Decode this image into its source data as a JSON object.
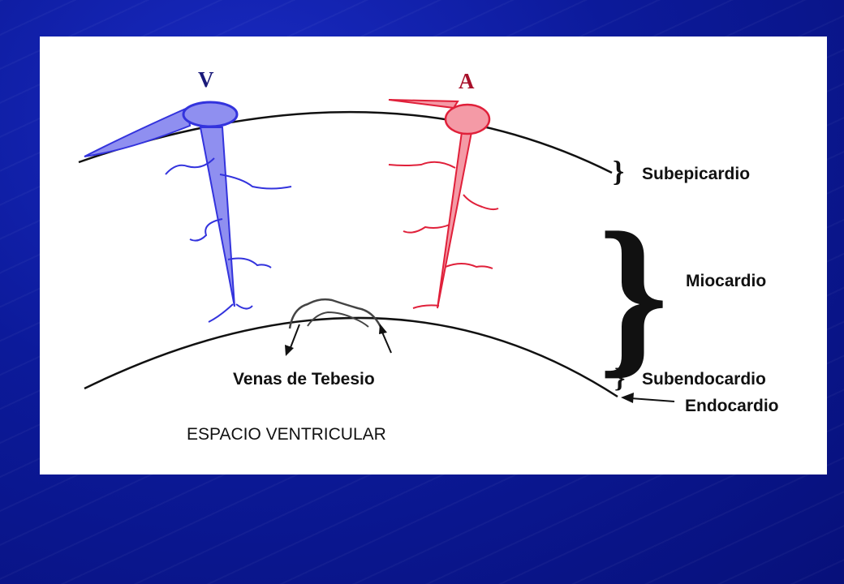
{
  "diagram": {
    "vessels": {
      "vein_label": "V",
      "artery_label": "A"
    },
    "layers": {
      "subepicardio": "Subepicardio",
      "miocardio": "Miocardio",
      "subendocardio": "Subendocardio",
      "endocardio": "Endocardio"
    },
    "thebesian_label": "Venas de Tebesio",
    "ventricular_space_label": "ESPACIO VENTRICULAR"
  },
  "colors": {
    "background": "#0c1a9a",
    "panel": "#ffffff",
    "vein": "#3333dd",
    "vein_fill": "#8f8ff0",
    "artery": "#e0203a",
    "artery_fill": "#f49aa6",
    "lines": "#111111"
  }
}
